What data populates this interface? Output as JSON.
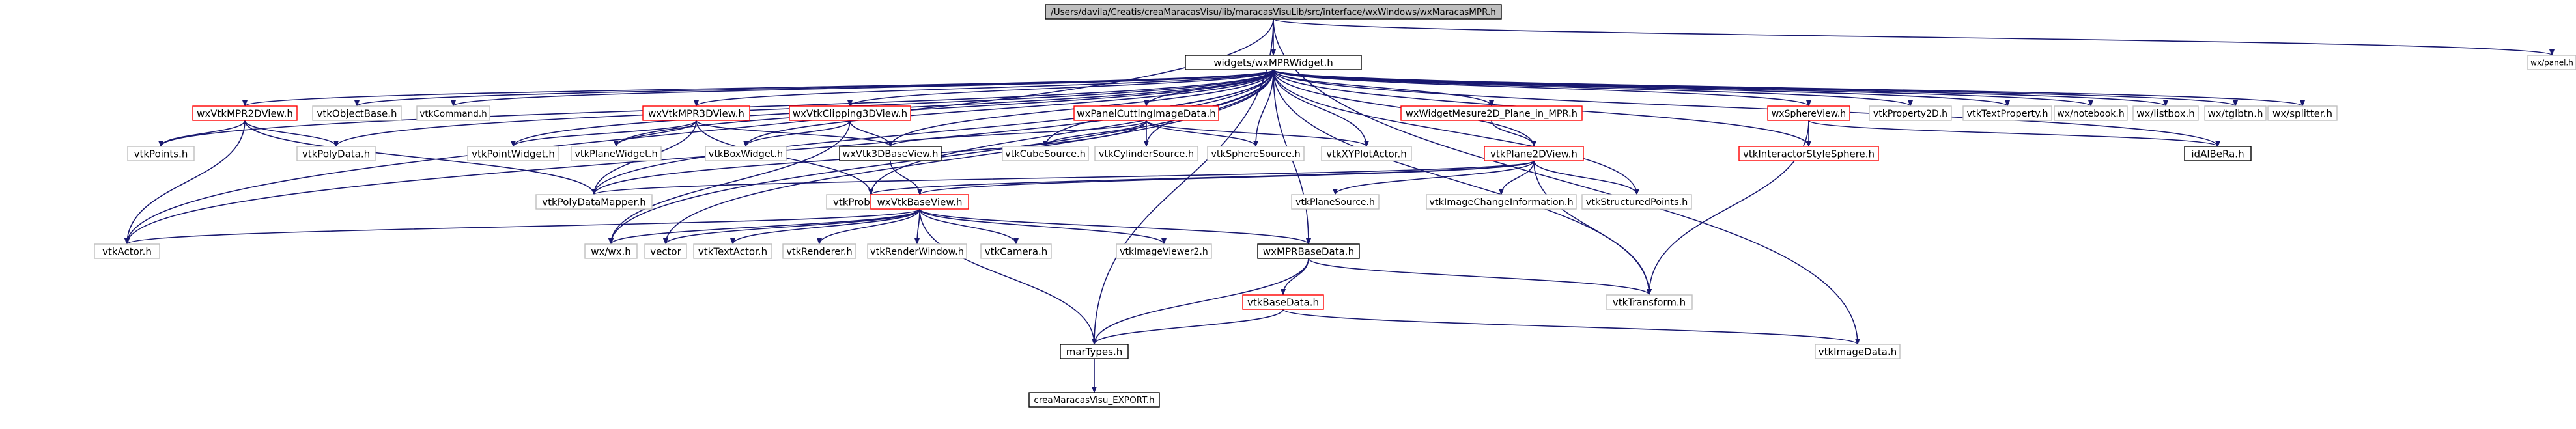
{
  "colors": {
    "edge": "#191970",
    "border_default": "#bfbfbf",
    "border_doc": "#ff0000",
    "border_plain": "#000000",
    "root_fill": "#bfbfbf",
    "node_fill": "#ffffff"
  },
  "nodes": [
    {
      "id": "root",
      "label": "/Users/davila/Creatis/creaMaracasVisu/lib/maracasVisuLib/src/interface/wxWindows/wxMaracasMPR.h",
      "style": "root"
    },
    {
      "id": "wmw",
      "label": "widgets/wxMPRWidget.h",
      "style": "plain"
    },
    {
      "id": "wxpanel",
      "label": "wx/panel.h",
      "style": "gray"
    },
    {
      "id": "mpr2d",
      "label": "wxVtkMPR2DView.h",
      "style": "red"
    },
    {
      "id": "vob",
      "label": "vtkObjectBase.h",
      "style": "gray"
    },
    {
      "id": "vcmd",
      "label": "vtkCommand.h",
      "style": "gray"
    },
    {
      "id": "mpr3d",
      "label": "wxVtkMPR3DView.h",
      "style": "red"
    },
    {
      "id": "clip3d",
      "label": "wxVtkClipping3DView.h",
      "style": "red"
    },
    {
      "id": "pcid",
      "label": "wxPanelCuttingImageData.h",
      "style": "red"
    },
    {
      "id": "wm2d",
      "label": "wxWidgetMesure2D_Plane_in_MPR.h",
      "style": "red"
    },
    {
      "id": "sphv",
      "label": "wxSphereView.h",
      "style": "red"
    },
    {
      "id": "vp2d",
      "label": "vtkProperty2D.h",
      "style": "gray"
    },
    {
      "id": "vtp",
      "label": "vtkTextProperty.h",
      "style": "gray"
    },
    {
      "id": "wxnb",
      "label": "wx/notebook.h",
      "style": "gray"
    },
    {
      "id": "wxlb",
      "label": "wx/listbox.h",
      "style": "gray"
    },
    {
      "id": "wxgl",
      "label": "wx/tglbtn.h",
      "style": "gray"
    },
    {
      "id": "wxsp",
      "label": "wx/splitter.h",
      "style": "gray"
    },
    {
      "id": "vpts",
      "label": "vtkPoints.h",
      "style": "gray"
    },
    {
      "id": "vpd",
      "label": "vtkPolyData.h",
      "style": "gray"
    },
    {
      "id": "vpw",
      "label": "vtkPointWidget.h",
      "style": "gray"
    },
    {
      "id": "vplw",
      "label": "vtkPlaneWidget.h",
      "style": "gray"
    },
    {
      "id": "vbw",
      "label": "vtkBoxWidget.h",
      "style": "gray"
    },
    {
      "id": "w3dbv",
      "label": "wxVtk3DBaseView.h",
      "style": "plain"
    },
    {
      "id": "vcs",
      "label": "vtkCubeSource.h",
      "style": "gray"
    },
    {
      "id": "vcyl",
      "label": "vtkCylinderSource.h",
      "style": "gray"
    },
    {
      "id": "vss",
      "label": "vtkSphereSource.h",
      "style": "gray"
    },
    {
      "id": "vxy",
      "label": "vtkXYPlotActor.h",
      "style": "gray"
    },
    {
      "id": "p2dv",
      "label": "vtkPlane2DView.h",
      "style": "red"
    },
    {
      "id": "vsp",
      "label": "vtkStructuredPoints.h",
      "style": "gray"
    },
    {
      "id": "visv",
      "label": "vtkInteractorStyleSphere.h",
      "style": "red"
    },
    {
      "id": "idal",
      "label": "idAlBeRa.h",
      "style": "plain"
    },
    {
      "id": "vpdm",
      "label": "vtkPolyDataMapper.h",
      "style": "gray"
    },
    {
      "id": "vpf",
      "label": "vtkProbeFilter.h",
      "style": "gray"
    },
    {
      "id": "wbv",
      "label": "wxVtkBaseView.h",
      "style": "red"
    },
    {
      "id": "vpls",
      "label": "vtkPlaneSource.h",
      "style": "gray"
    },
    {
      "id": "vici",
      "label": "vtkImageChangeInformation.h",
      "style": "gray"
    },
    {
      "id": "vact",
      "label": "vtkActor.h",
      "style": "gray"
    },
    {
      "id": "wxwx",
      "label": "wx/wx.h",
      "style": "gray"
    },
    {
      "id": "vec",
      "label": "vector",
      "style": "gray"
    },
    {
      "id": "vta",
      "label": "vtkTextActor.h",
      "style": "gray"
    },
    {
      "id": "vren",
      "label": "vtkRenderer.h",
      "style": "gray"
    },
    {
      "id": "vrw",
      "label": "vtkRenderWindow.h",
      "style": "gray"
    },
    {
      "id": "vcam",
      "label": "vtkCamera.h",
      "style": "gray"
    },
    {
      "id": "viv2",
      "label": "vtkImageViewer2.h",
      "style": "gray"
    },
    {
      "id": "mbd",
      "label": "wxMPRBaseData.h",
      "style": "plain"
    },
    {
      "id": "vbd",
      "label": "vtkBaseData.h",
      "style": "red"
    },
    {
      "id": "vtr",
      "label": "vtkTransform.h",
      "style": "gray"
    },
    {
      "id": "mtyp",
      "label": "marTypes.h",
      "style": "plain"
    },
    {
      "id": "vid",
      "label": "vtkImageData.h",
      "style": "gray"
    },
    {
      "id": "cexp",
      "label": "creaMaracasVisu_EXPORT.h",
      "style": "plain"
    }
  ],
  "edges": [
    [
      "root",
      "wmw"
    ],
    [
      "root",
      "wxpanel"
    ],
    [
      "root",
      "mtyp"
    ],
    [
      "root",
      "vid"
    ],
    [
      "root",
      "vact"
    ],
    [
      "wmw",
      "mpr2d"
    ],
    [
      "wmw",
      "vob"
    ],
    [
      "wmw",
      "vcmd"
    ],
    [
      "wmw",
      "mpr3d"
    ],
    [
      "wmw",
      "clip3d"
    ],
    [
      "wmw",
      "pcid"
    ],
    [
      "wmw",
      "wm2d"
    ],
    [
      "wmw",
      "sphv"
    ],
    [
      "wmw",
      "vp2d"
    ],
    [
      "wmw",
      "vtp"
    ],
    [
      "wmw",
      "wxnb"
    ],
    [
      "wmw",
      "wxlb"
    ],
    [
      "wmw",
      "wxgl"
    ],
    [
      "wmw",
      "wxsp"
    ],
    [
      "wmw",
      "vpts"
    ],
    [
      "wmw",
      "vpd"
    ],
    [
      "wmw",
      "vpw"
    ],
    [
      "wmw",
      "vplw"
    ],
    [
      "wmw",
      "vbw"
    ],
    [
      "wmw",
      "w3dbv"
    ],
    [
      "wmw",
      "vcs"
    ],
    [
      "wmw",
      "vcyl"
    ],
    [
      "wmw",
      "vss"
    ],
    [
      "wmw",
      "vxy"
    ],
    [
      "wmw",
      "p2dv"
    ],
    [
      "wmw",
      "vsp"
    ],
    [
      "wmw",
      "visv"
    ],
    [
      "wmw",
      "idal"
    ],
    [
      "wmw",
      "vpdm"
    ],
    [
      "wmw",
      "vpf"
    ],
    [
      "wmw",
      "vact"
    ],
    [
      "wmw",
      "wxwx"
    ],
    [
      "wmw",
      "vec"
    ],
    [
      "wmw",
      "mbd"
    ],
    [
      "wmw",
      "vtr"
    ],
    [
      "mpr2d",
      "vpts"
    ],
    [
      "mpr2d",
      "vpd"
    ],
    [
      "mpr2d",
      "vpdm"
    ],
    [
      "mpr2d",
      "vact"
    ],
    [
      "mpr3d",
      "vpw"
    ],
    [
      "mpr3d",
      "vplw"
    ],
    [
      "mpr3d",
      "vpdm"
    ],
    [
      "mpr3d",
      "vpf"
    ],
    [
      "mpr3d",
      "w3dbv"
    ],
    [
      "clip3d",
      "vbw"
    ],
    [
      "clip3d",
      "w3dbv"
    ],
    [
      "clip3d",
      "wxwx"
    ],
    [
      "pcid",
      "w3dbv"
    ],
    [
      "pcid",
      "vcs"
    ],
    [
      "pcid",
      "vcyl"
    ],
    [
      "pcid",
      "vss"
    ],
    [
      "pcid",
      "vxy"
    ],
    [
      "pcid",
      "vpdm"
    ],
    [
      "wm2d",
      "p2dv"
    ],
    [
      "sphv",
      "visv"
    ],
    [
      "sphv",
      "idal"
    ],
    [
      "sphv",
      "vtr"
    ],
    [
      "p2dv",
      "vpdm"
    ],
    [
      "p2dv",
      "vpf"
    ],
    [
      "p2dv",
      "wbv"
    ],
    [
      "p2dv",
      "vpls"
    ],
    [
      "p2dv",
      "vici"
    ],
    [
      "p2dv",
      "vsp"
    ],
    [
      "p2dv",
      "vtr"
    ],
    [
      "w3dbv",
      "wbv"
    ],
    [
      "wbv",
      "vact"
    ],
    [
      "wbv",
      "wxwx"
    ],
    [
      "wbv",
      "vec"
    ],
    [
      "wbv",
      "vta"
    ],
    [
      "wbv",
      "vren"
    ],
    [
      "wbv",
      "vrw"
    ],
    [
      "wbv",
      "vcam"
    ],
    [
      "wbv",
      "viv2"
    ],
    [
      "wbv",
      "mbd"
    ],
    [
      "wbv",
      "mtyp"
    ],
    [
      "mbd",
      "vbd"
    ],
    [
      "mbd",
      "vtr"
    ],
    [
      "mbd",
      "mtyp"
    ],
    [
      "vbd",
      "mtyp"
    ],
    [
      "vbd",
      "vid"
    ],
    [
      "mtyp",
      "cexp"
    ]
  ]
}
